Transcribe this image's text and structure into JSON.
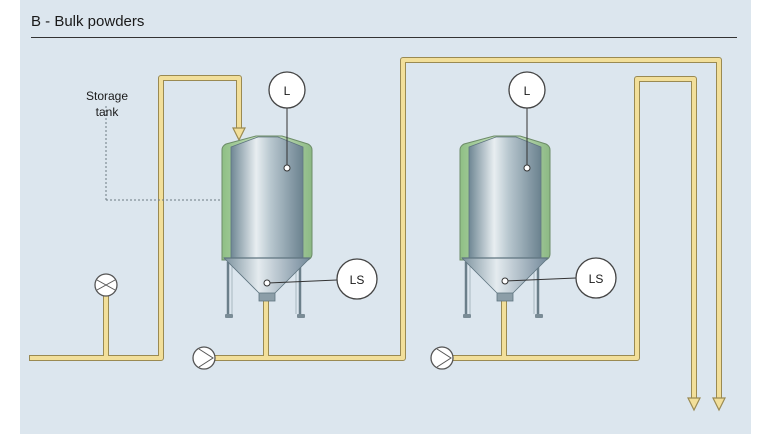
{
  "title": "B - Bulk powders",
  "callout": {
    "line1": "Storage",
    "line2": "tank"
  },
  "instruments": {
    "tank1_level": "L",
    "tank1_level_switch": "LS",
    "tank2_level": "L",
    "tank2_level_switch": "LS"
  },
  "colors": {
    "background": "#dce6ee",
    "pipe": "#f2df9a",
    "pipe_outline": "#9a8a52",
    "tank_jacket": "#b9d9b0",
    "tank_steel": "#9fb3bf"
  }
}
